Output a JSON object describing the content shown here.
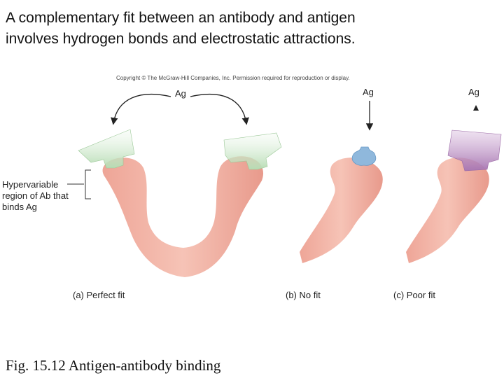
{
  "title": {
    "line1": "A complementary fit between an antibody and antigen",
    "line2": "involves hydrogen bonds and electrostatic attractions."
  },
  "figure": {
    "copyright": "Copyright © The McGraw-Hill Companies, Inc. Permission required for reproduction or display.",
    "antigen_label": "Ag",
    "hypervariable_label": [
      "Hypervariable",
      "region of Ab that",
      "binds Ag"
    ],
    "panels": [
      {
        "label": "(a) Perfect fit",
        "antigen_color": "#c5e4c3"
      },
      {
        "label": "(b) No fit",
        "antigen_color": "#8fb8dc"
      },
      {
        "label": "(c) Poor fit",
        "antigen_color": "#b886c0"
      }
    ],
    "antibody_color": "#f2b5a6"
  },
  "caption": "Fig. 15.12 Antigen-antibody binding"
}
